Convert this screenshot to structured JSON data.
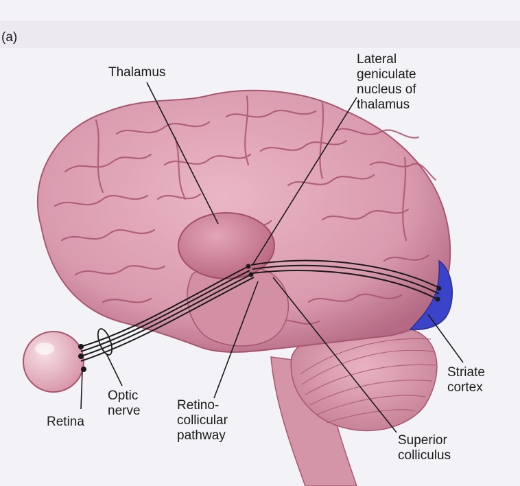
{
  "figure": {
    "panel_label": "(a)",
    "labels": {
      "thalamus": "Thalamus",
      "lgn": "Lateral\ngeniculate\nnucleus of\nthalamus",
      "striate_cortex": "Striate\ncortex",
      "superior_colliculus": "Superior\ncolliculus",
      "retinocollicular": "Retino-\ncollicular\npathway",
      "optic_nerve": "Optic\nnerve",
      "retina": "Retina"
    },
    "colors": {
      "brain": "#d99aae",
      "brain_dark": "#a8566f",
      "thalamus": "#c97a92",
      "striate": "#3b43c9",
      "eye": "#e9b7c3",
      "nerve": "#1a1a1a"
    }
  }
}
